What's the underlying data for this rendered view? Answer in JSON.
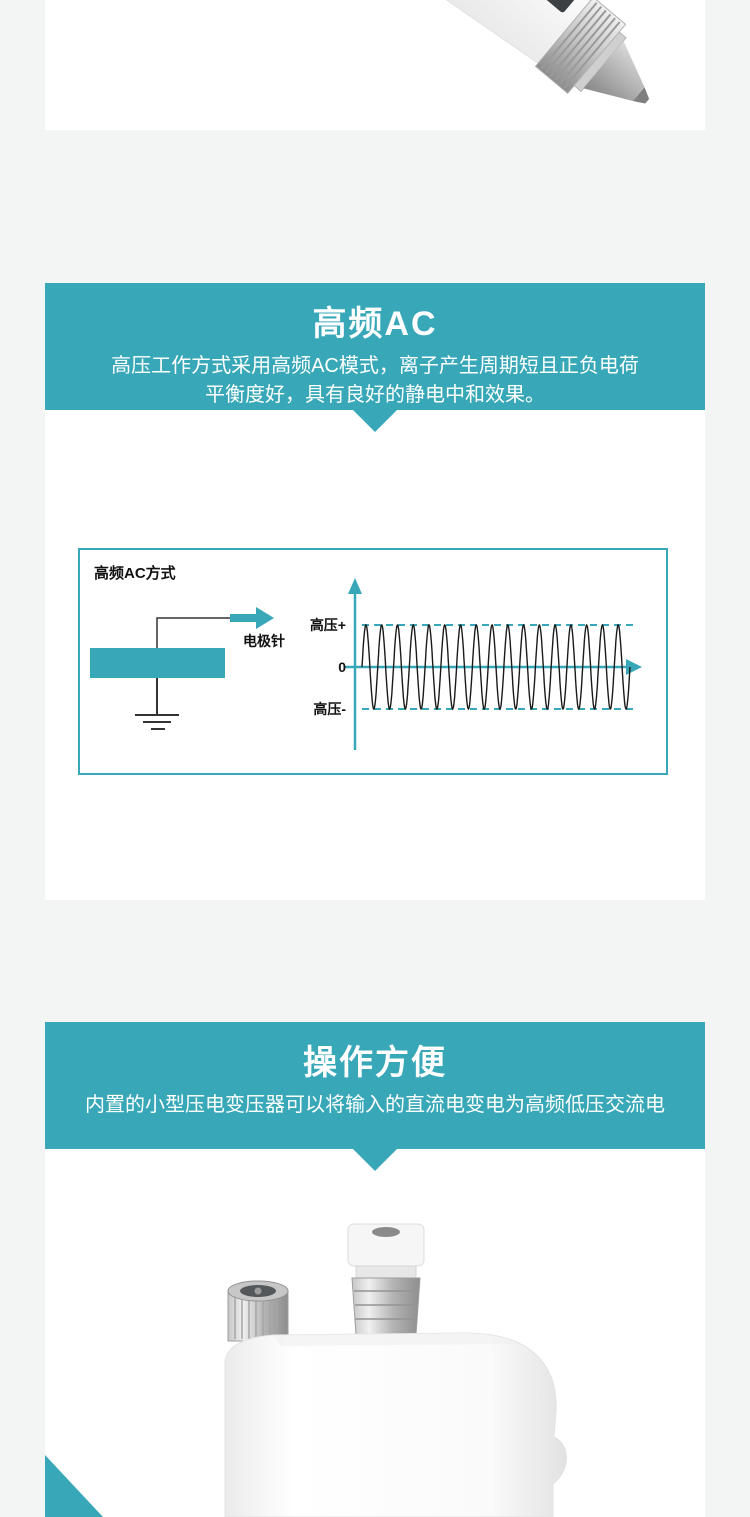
{
  "page": {
    "bg": "#f3f4f4",
    "card_bg": "#ffffff",
    "accent": "#38a8b9"
  },
  "sections": {
    "hf_ac": {
      "title": "高频AC",
      "desc": [
        "高压工作方式采用高频AC模式，离子产生周期短且正负电荷",
        "平衡度好，具有良好的静电中和效果。"
      ]
    },
    "easy_operation": {
      "title": "操作方便",
      "desc": [
        "内置的小型压电变压器可以将输入的直流电变电为高频低压交流电"
      ]
    }
  },
  "diagram": {
    "title": "高频AC方式",
    "electrode_label": "电极针",
    "labels": {
      "positive": "高压+",
      "zero": "0",
      "negative": "高压-"
    },
    "wave": {
      "cycles": 17
    }
  }
}
